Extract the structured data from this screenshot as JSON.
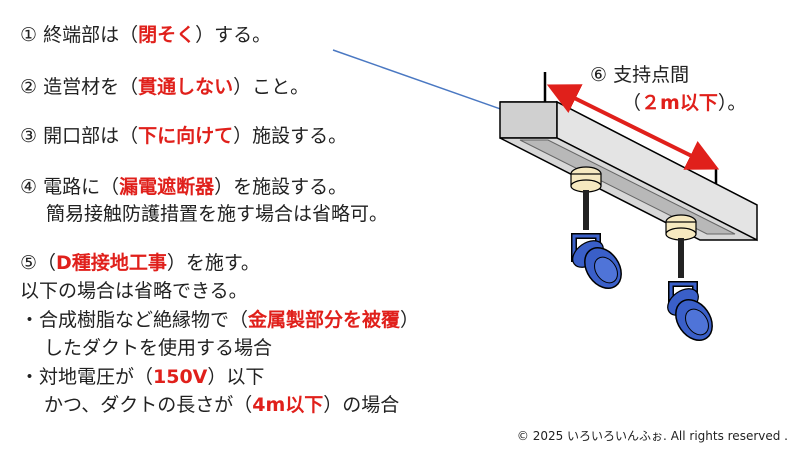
{
  "colors": {
    "highlight": "#e0201b",
    "text": "#222222",
    "arrow": "#e0201b",
    "pointer": "#4a78c2",
    "lamp": "#3a5fc8",
    "duct": "#e4e4e4"
  },
  "items": [
    {
      "pre": "① 終端部は（",
      "hl": "閉そく",
      "post": "）する。"
    },
    {
      "pre": "② 造営材を（",
      "hl": "貫通しない",
      "post": "）こと。"
    },
    {
      "pre": "③ 開口部は（",
      "hl": "下に向けて",
      "post": "）施設する。"
    },
    {
      "pre": "④ 電路に（",
      "hl": "漏電遮断器",
      "post": "）を施設する。"
    },
    {
      "text": "簡易接触防護措置を施す場合は省略可。"
    },
    {
      "pre": "⑤（",
      "hl": "D種接地工事",
      "post": "）を施す。"
    },
    {
      "text": "以下の場合は省略できる。"
    },
    {
      "pre": "・合成樹脂など絶縁物で（",
      "hl": "金属製部分を被覆",
      "post": "）"
    },
    {
      "text": "したダクトを使用する場合"
    },
    {
      "pre": "・対地電圧が（",
      "hl": "150V",
      "post": "）以下"
    },
    {
      "pre": "かつ、ダクトの長さが（",
      "hl": "4m以下",
      "post": "）の場合"
    }
  ],
  "spacing": {
    "line1": "⑥ 支持点間",
    "pre": "（",
    "hl": "２m以下",
    "post": "）。"
  },
  "copyright": "© 2025 いろいろいんふぉ.  All rights reserved ."
}
